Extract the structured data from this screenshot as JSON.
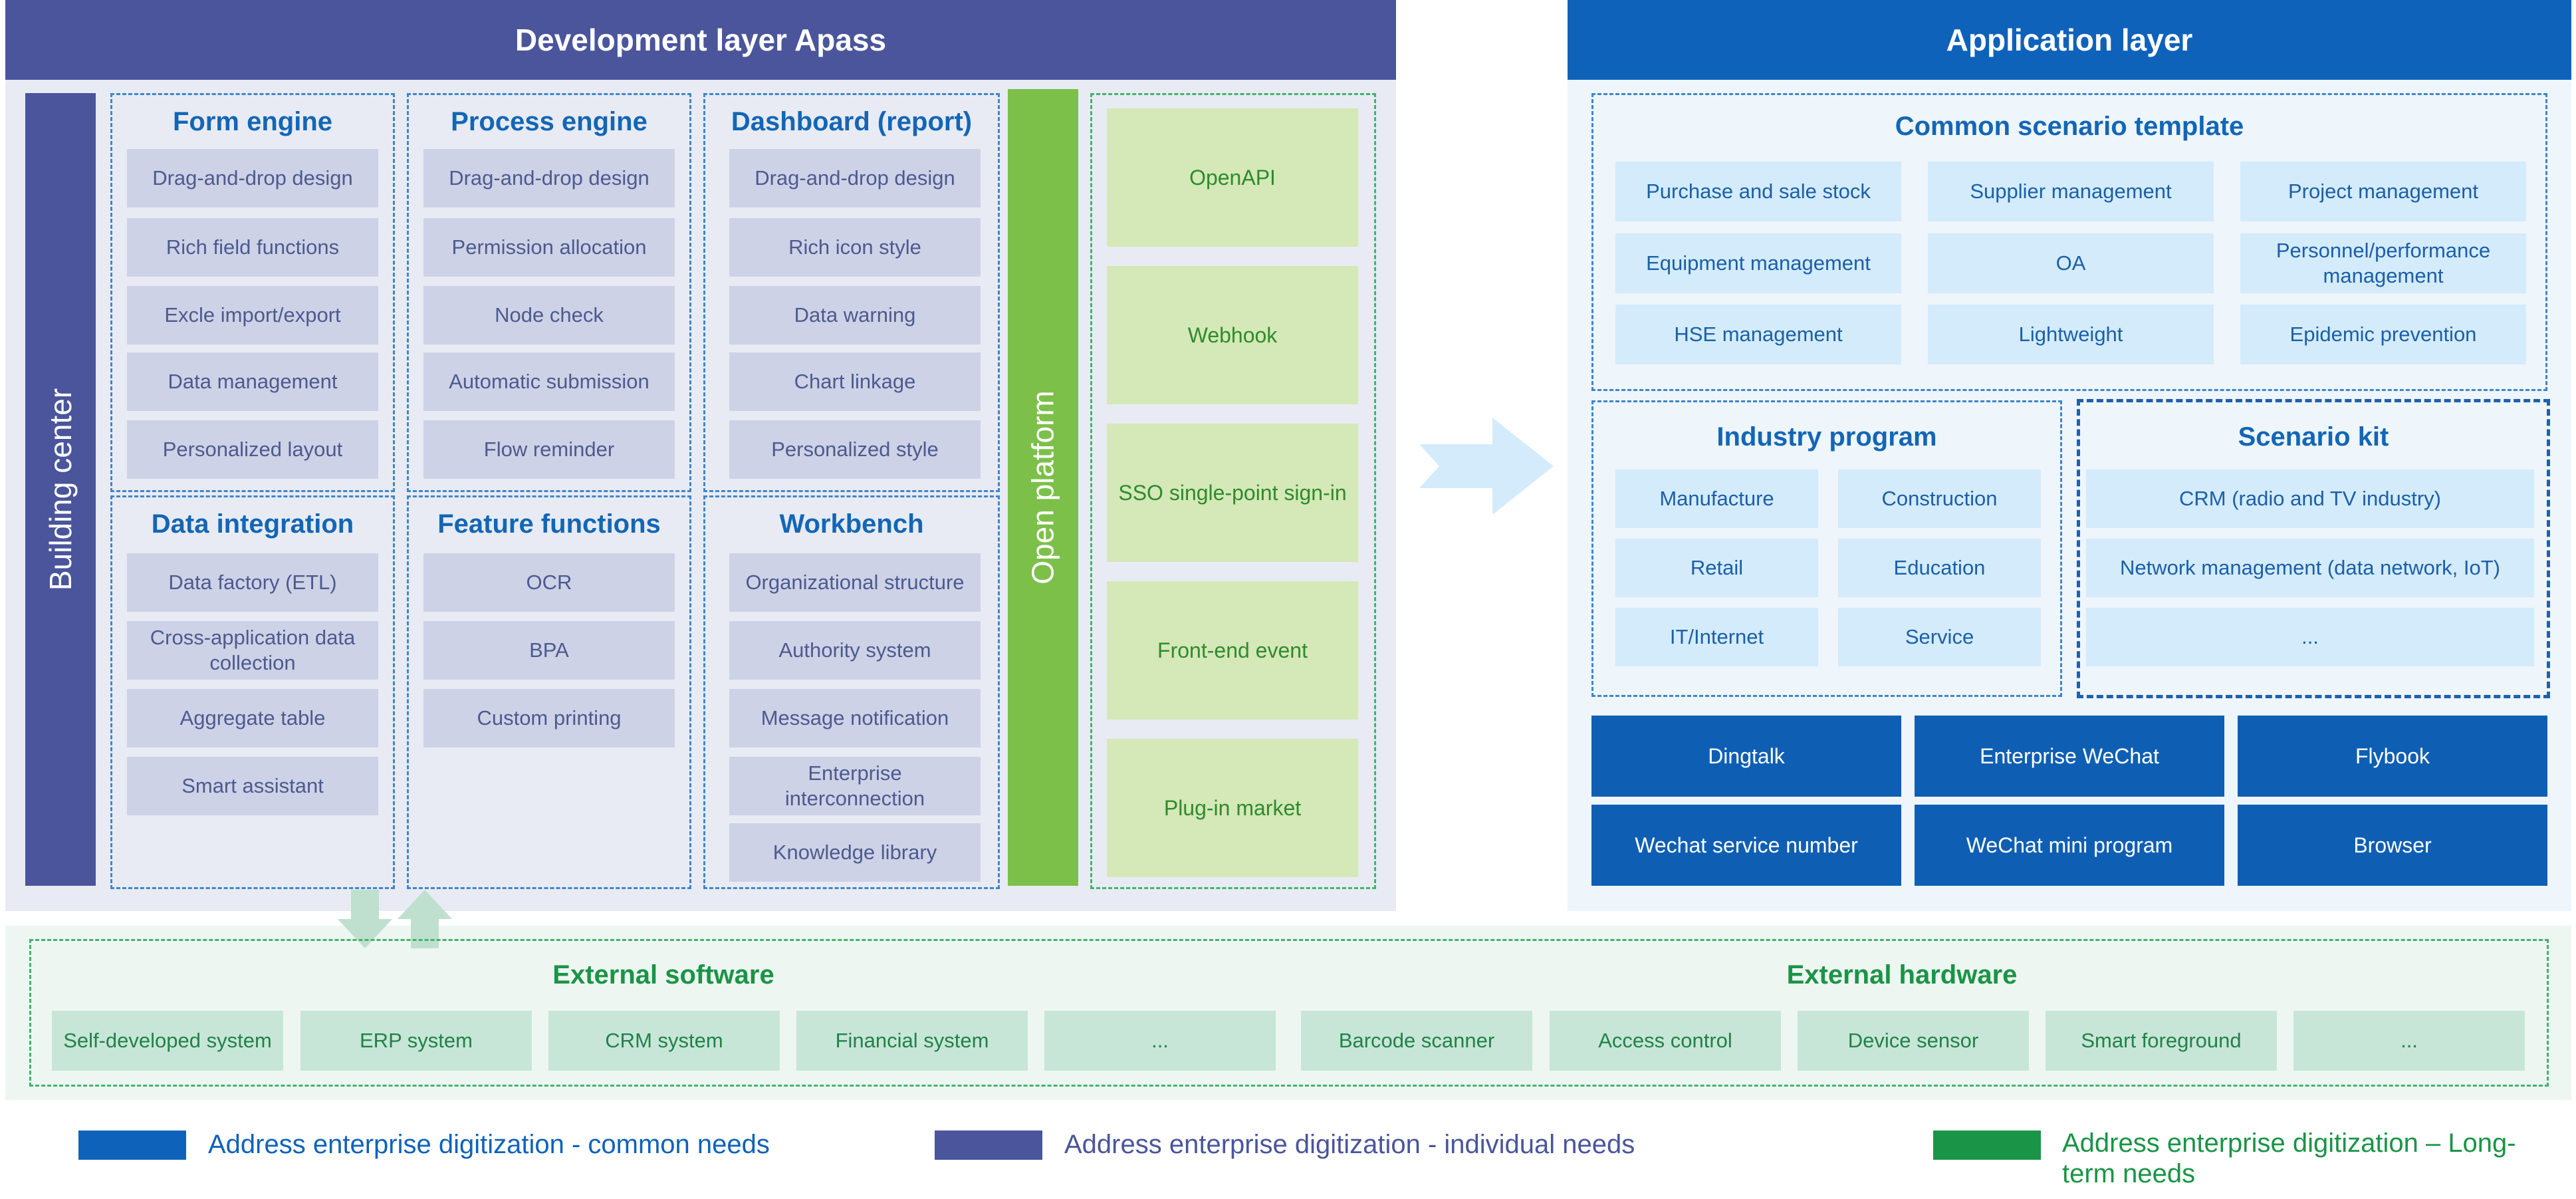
{
  "colors": {
    "purple": "#4a559c",
    "blue": "#0f62ba",
    "green": "#7cc04a",
    "dark_green": "#1a9446"
  },
  "dev_layer": {
    "title": "Development layer Apass",
    "building_center": "Building center",
    "open_platform": "Open platform",
    "form_engine": {
      "title": "Form engine",
      "items": [
        "Drag-and-drop design",
        "Rich field functions",
        "Excle import/export",
        "Data management",
        "Personalized layout"
      ]
    },
    "process_engine": {
      "title": "Process engine",
      "items": [
        "Drag-and-drop design",
        "Permission allocation",
        "Node check",
        "Automatic submission",
        "Flow reminder"
      ]
    },
    "dashboard": {
      "title": "Dashboard (report)",
      "items": [
        "Drag-and-drop design",
        "Rich icon style",
        "Data warning",
        "Chart linkage",
        "Personalized style"
      ]
    },
    "data_integration": {
      "title": "Data integration",
      "items": [
        "Data factory (ETL)",
        "Cross-application data collection",
        "Aggregate table",
        "Smart assistant"
      ]
    },
    "feature_functions": {
      "title": "Feature functions",
      "items": [
        "OCR",
        "BPA",
        "Custom printing"
      ]
    },
    "workbench": {
      "title": "Workbench",
      "items": [
        "Organizational structure",
        "Authority system",
        "Message notification",
        "Enterprise interconnection",
        "Knowledge library"
      ]
    },
    "open_items": [
      "OpenAPI",
      "Webhook",
      "SSO single-point sign-in",
      "Front-end event",
      "Plug-in market"
    ]
  },
  "app_layer": {
    "title": "Application layer",
    "common_template": {
      "title": "Common scenario template",
      "items": [
        "Purchase and sale stock",
        "Supplier management",
        "Project management",
        "Equipment management",
        "OA",
        "Personnel/performance management",
        "HSE management",
        "Lightweight",
        "Epidemic prevention"
      ]
    },
    "industry_program": {
      "title": "Industry program",
      "items": [
        "Manufacture",
        "Construction",
        "Retail",
        "Education",
        "IT/Internet",
        "Service"
      ]
    },
    "scenario_kit": {
      "title": "Scenario kit",
      "items": [
        "CRM (radio and TV industry)",
        "Network management (data network, IoT)",
        "..."
      ]
    },
    "platforms": [
      "Dingtalk",
      "Enterprise WeChat",
      "Flybook",
      "Wechat service number",
      "WeChat mini program",
      "Browser"
    ]
  },
  "external": {
    "software_title": "External software",
    "hardware_title": "External hardware",
    "software_items": [
      "Self-developed system",
      "ERP system",
      "CRM system",
      "Financial system",
      "..."
    ],
    "hardware_items": [
      "Barcode scanner",
      "Access control",
      "Device sensor",
      "Smart foreground",
      "..."
    ]
  },
  "legend": [
    {
      "label": "Address enterprise digitization - common needs",
      "color": "#0f62ba"
    },
    {
      "label": "Address enterprise digitization - individual needs",
      "color": "#4a559c"
    },
    {
      "label": "Address enterprise digitization – Long-term needs",
      "color": "#1a9446"
    }
  ]
}
